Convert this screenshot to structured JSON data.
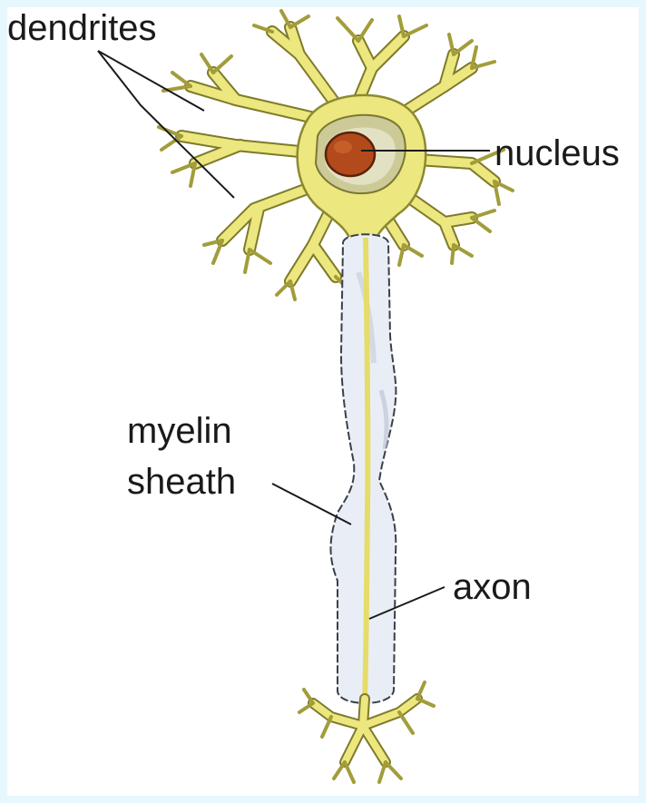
{
  "labels": {
    "dendrites": "dendrites",
    "nucleus": "nucleus",
    "myelin_line1": "myelin",
    "myelin_line2": "sheath",
    "axon": "axon"
  },
  "colors": {
    "background_border": "#e6f7fd",
    "dendrite_fill": "#ece77e",
    "dendrite_stroke": "#8c8a30",
    "nucleus_fill": "#b34a1b",
    "myelin_fill": "#e9eef6",
    "axon_core": "#e6dc6a"
  }
}
